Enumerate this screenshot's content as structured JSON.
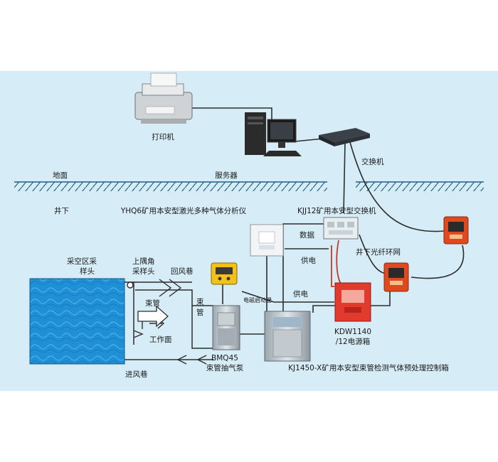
{
  "colors": {
    "background": "#d6ecf6",
    "ground_line": "#1e5f8a",
    "water": "#1f8fd6",
    "cable": "#2d2d2d",
    "power_cable": "#c0392b"
  },
  "labels": {
    "printer": "打印机",
    "server": "服务器",
    "switch": "交换机",
    "ground": "地面",
    "underground": "井下",
    "analyzer": "YHQ6矿用本安型激光多种气体分析仪",
    "network_switch": "KJJ12矿用本安型交换机",
    "data": "数据",
    "fiber_ring": "井下光纤环网",
    "power_supply_1": "供电",
    "power_supply_2": "供电",
    "goaf_sampler": [
      "采空区采",
      "样头"
    ],
    "corner_sampler": [
      "上隅角",
      "采样头"
    ],
    "return_airway": "回风巷",
    "bundle_tube_1": "束管",
    "bundle_tube_2": [
      "束",
      "管"
    ],
    "working_face": "工作面",
    "intake_airway": "进风巷",
    "electromagnetic_starter": "电磁启动器",
    "pump": [
      "BMQ45",
      "束管抽气泵"
    ],
    "power_box": [
      "KDW1140",
      "/12电源箱"
    ],
    "control_box": "KJ1450-X矿用本安型束管检测气体预处理控制箱"
  },
  "icons": {
    "printer": "printer-icon",
    "server": "server-tower-icon",
    "switch": "network-switch-icon",
    "analyzer": "gas-analyzer-icon",
    "network_switch": "mine-switch-icon",
    "fiber_node": "fiber-ring-node-icon",
    "power_box": "power-box-icon",
    "starter": "electromagnetic-starter-icon",
    "pump": "pump-icon",
    "control_box": "control-box-icon",
    "goaf": "goaf-area-icon"
  }
}
